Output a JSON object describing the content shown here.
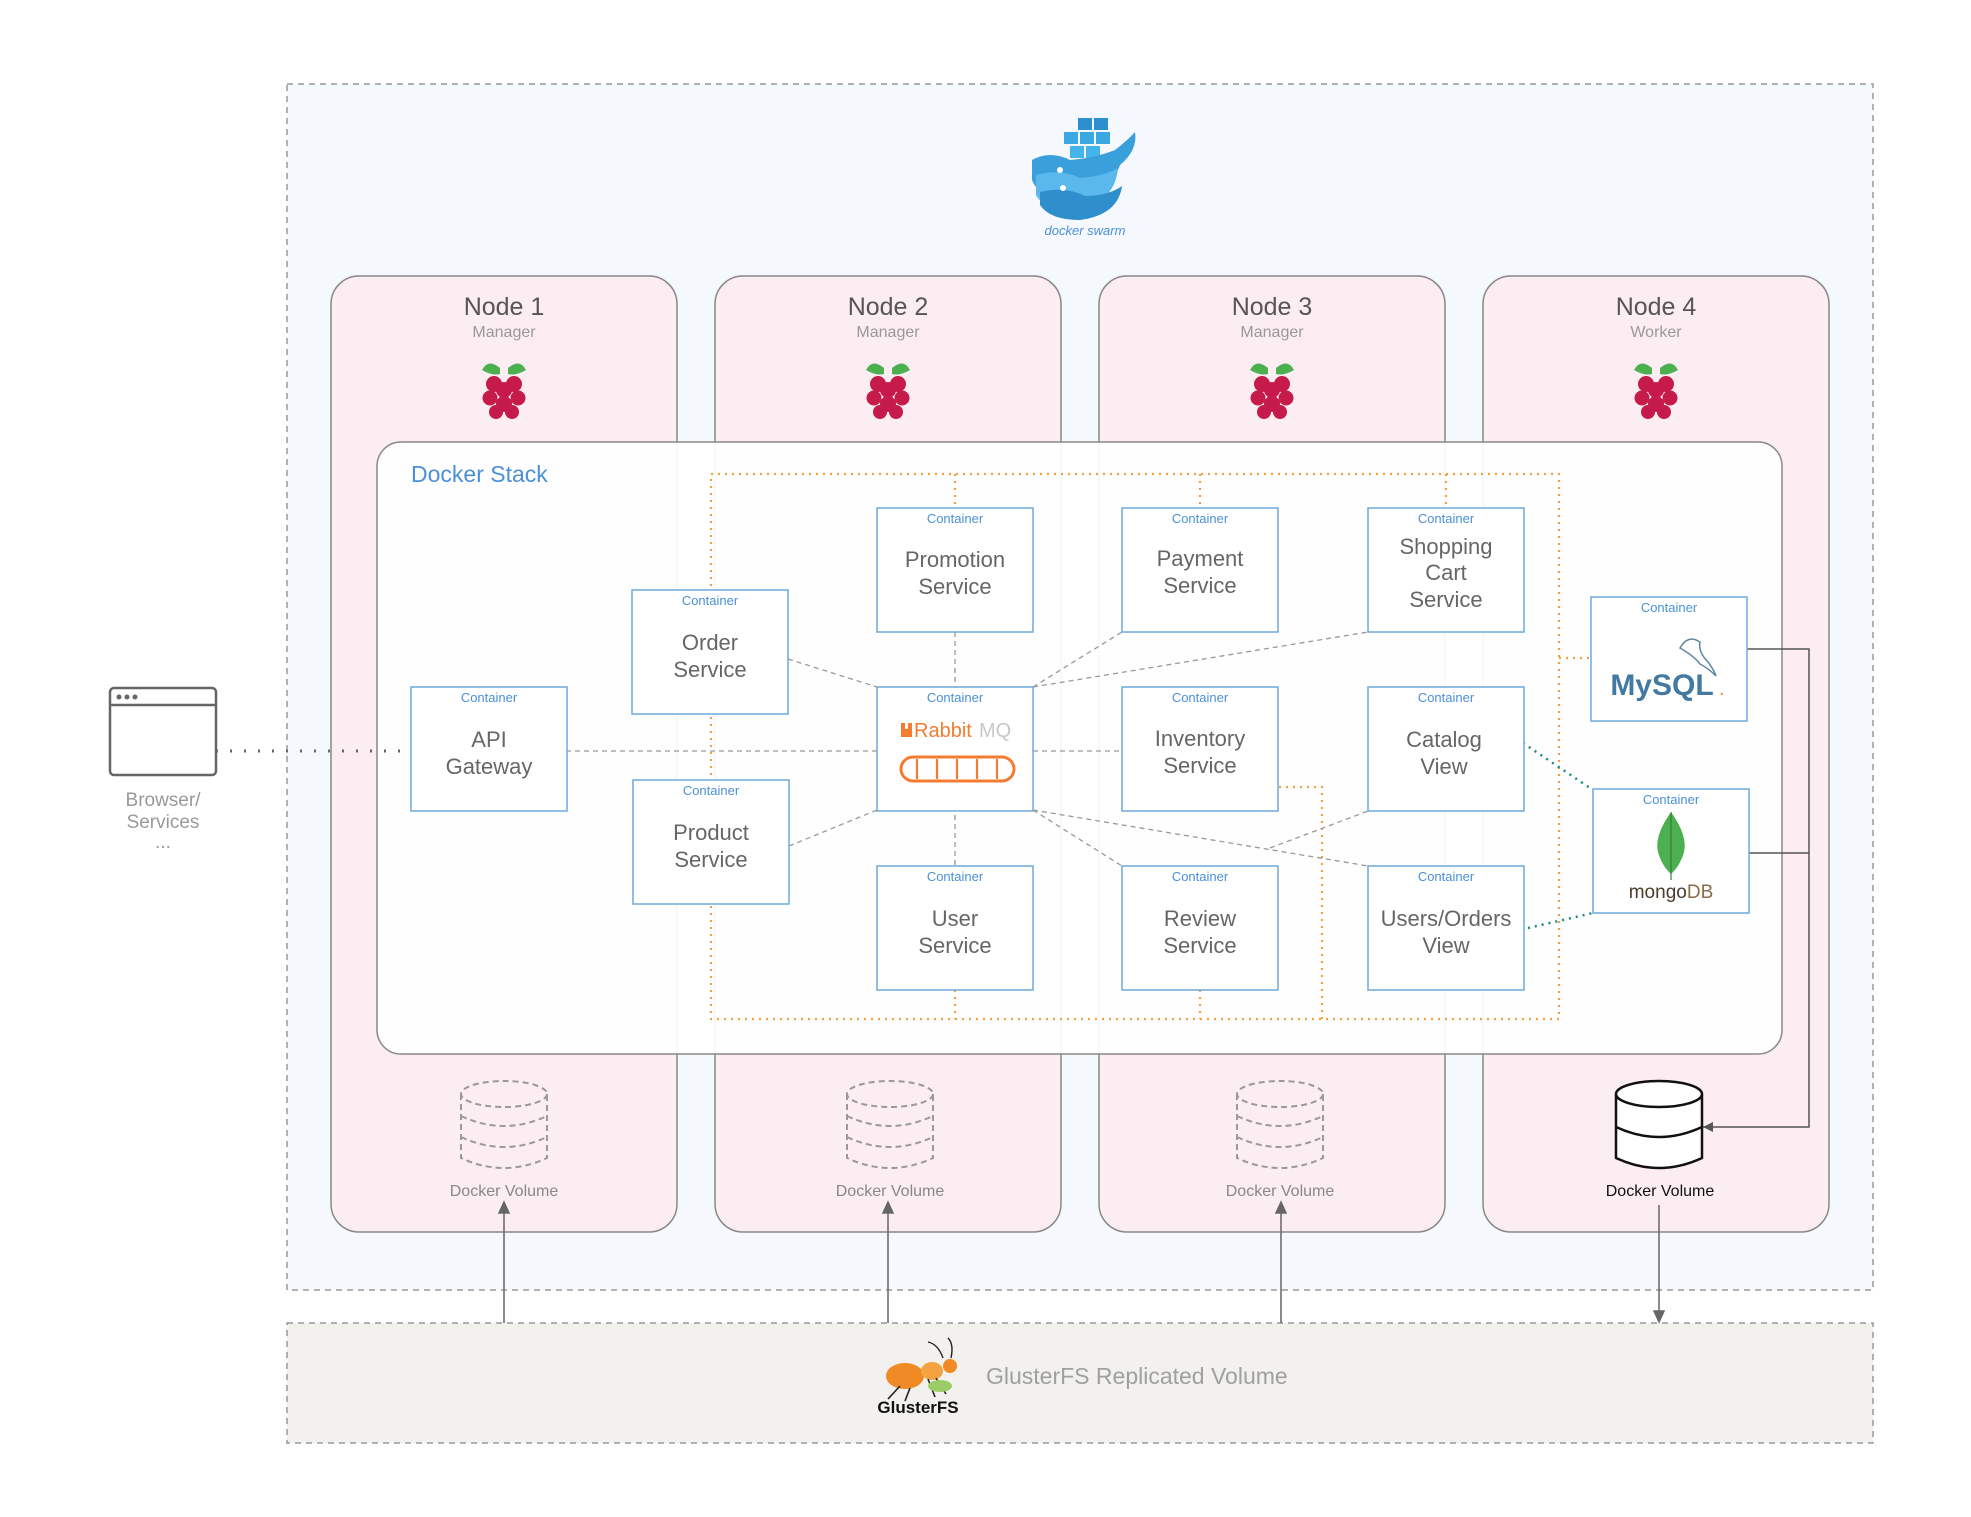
{
  "swarm": {
    "label": "docker swarm"
  },
  "nodes": [
    {
      "name": "Node 1",
      "role": "Manager",
      "volume": "Docker Volume"
    },
    {
      "name": "Node 2",
      "role": "Manager",
      "volume": "Docker Volume"
    },
    {
      "name": "Node 3",
      "role": "Manager",
      "volume": "Docker Volume"
    },
    {
      "name": "Node 4",
      "role": "Worker",
      "volume": "Docker Volume"
    }
  ],
  "stack": {
    "title": "Docker Stack"
  },
  "container_tag": "Container",
  "services": {
    "api_gateway": [
      "API",
      "Gateway"
    ],
    "order": [
      "Order",
      "Service"
    ],
    "product": [
      "Product",
      "Service"
    ],
    "promotion": [
      "Promotion",
      "Service"
    ],
    "user": [
      "User",
      "Service"
    ],
    "payment": [
      "Payment",
      "Service"
    ],
    "inventory": [
      "Inventory",
      "Service"
    ],
    "review": [
      "Review",
      "Service"
    ],
    "shopping_cart": [
      "Shopping",
      "Cart",
      "Service"
    ],
    "catalog_view": [
      "Catalog",
      "View"
    ],
    "users_orders_view": [
      "Users/Orders",
      "View"
    ]
  },
  "rabbitmq": {
    "brand": "Rabbit",
    "brand_suffix": "MQ"
  },
  "databases": {
    "mysql": {
      "label": "MySQL",
      "mark": "."
    },
    "mongodb": {
      "label_a": "mongo",
      "label_b": "DB"
    }
  },
  "client": {
    "line1": "Browser/",
    "line2": "Services",
    "line3": "..."
  },
  "glusterfs": {
    "logo_text": "GlusterFS",
    "label": "GlusterFS Replicated Volume"
  },
  "colors": {
    "node_fill": "#fbedf1",
    "swarm_fill": "#f5f8fc",
    "accent_blue": "#4a90d9",
    "rabbit_orange": "#f37c30",
    "orange_dotted": "#f0a040",
    "teal_dotted": "#1a8a7a",
    "mongo_green": "#4caf50"
  }
}
